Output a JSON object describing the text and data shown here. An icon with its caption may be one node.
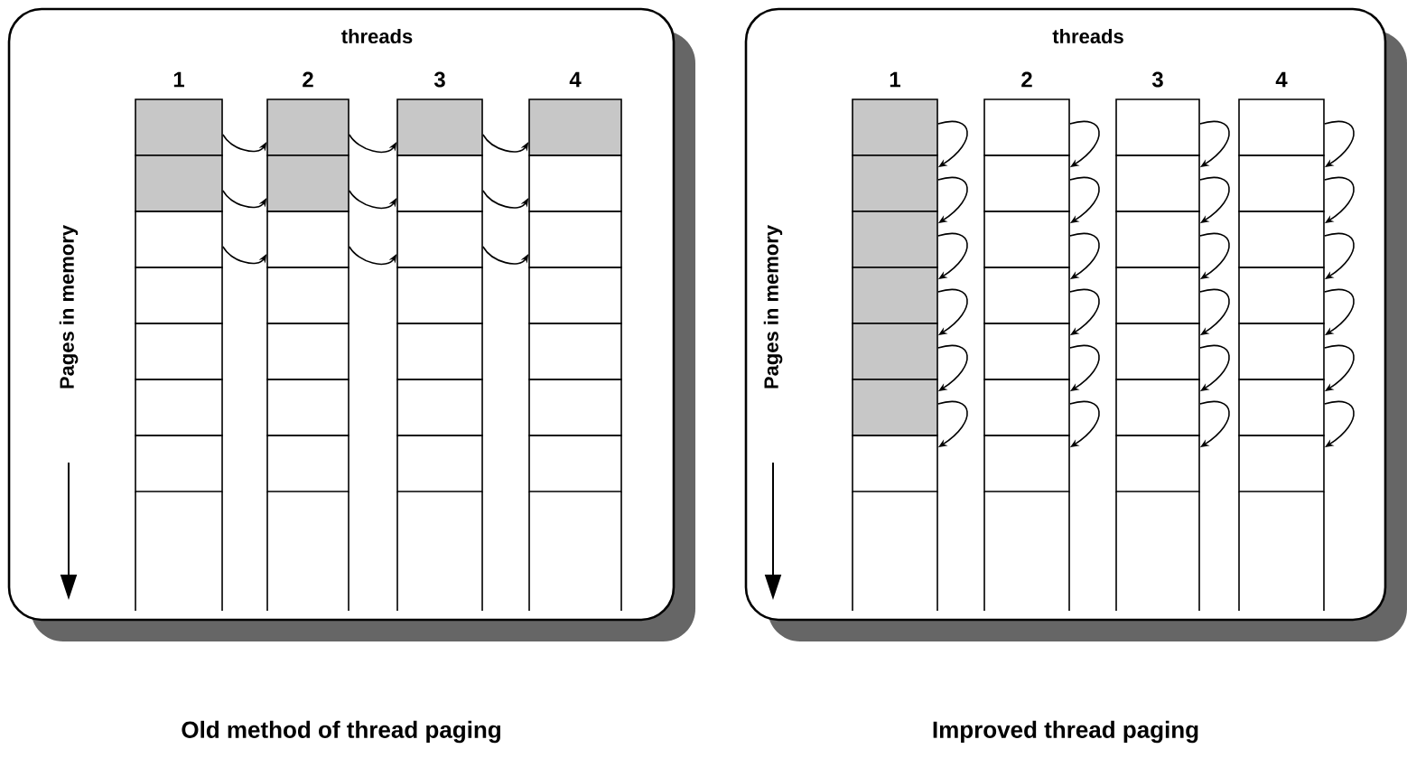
{
  "diagram": {
    "nodes": [
      {
        "text": [
          "threads",
          "1",
          "2",
          "3",
          "4",
          "Pages in memory"
        ]
      },
      {
        "text": [],
        "shape": "box",
        "in": 0
      },
      {
        "text": [],
        "shape": "box",
        "in": 0
      },
      {
        "text": [],
        "shape": "box",
        "in": 0
      },
      {
        "text": [],
        "shape": "box",
        "in": 0
      },
      {
        "text": [],
        "shape": "box",
        "in": 0
      },
      {
        "text": [],
        "shape": "box",
        "in": 0
      },
      {
        "text": [],
        "shape": "box",
        "in": 0
      },
      {
        "text": [],
        "shape": "box",
        "in": 0
      },
      {
        "text": [],
        "shape": "box",
        "in": 0
      },
      {
        "text": [],
        "shape": "box",
        "in": 0
      },
      {
        "text": [],
        "shape": "box",
        "in": 0
      },
      {
        "text": [],
        "shape": "box",
        "in": 0
      },
      {
        "text": [],
        "shape": "box",
        "in": 0
      },
      {
        "text": [],
        "shape": "box",
        "in": 0
      },
      {
        "text": [],
        "shape": "box",
        "in": 0
      },
      {
        "text": [],
        "shape": "box",
        "in": 0
      },
      {
        "text": [],
        "shape": "box",
        "in": 0
      },
      {
        "text": [],
        "shape": "box",
        "in": 0
      },
      {
        "text": [],
        "shape": "box",
        "in": 0
      },
      {
        "text": [],
        "shape": "box",
        "in": 0
      },
      {
        "text": [],
        "shape": "box",
        "in": 0
      },
      {
        "text": [],
        "shape": "box",
        "in": 0
      },
      {
        "text": [],
        "shape": "box",
        "in": 0
      },
      {
        "text": [],
        "shape": "box",
        "in": 0
      },
      {
        "text": [],
        "shape": "box",
        "in": 0
      },
      {
        "text": [],
        "shape": "box",
        "in": 0
      },
      {
        "text": [],
        "shape": "box",
        "in": 0
      },
      {
        "text": [],
        "shape": "box",
        "in": 0
      },
      {
        "text": [
          "threads",
          "1",
          "2",
          "3",
          "4",
          "Pages in memory"
        ]
      },
      {
        "text": [],
        "shape": "box",
        "in": 29
      },
      {
        "text": [],
        "shape": "box",
        "in": 29
      },
      {
        "text": [],
        "shape": "box",
        "in": 29
      },
      {
        "text": [],
        "shape": "box",
        "in": 29
      },
      {
        "text": [],
        "shape": "box",
        "in": 29
      },
      {
        "text": [],
        "shape": "box",
        "in": 29
      },
      {
        "text": [],
        "shape": "box",
        "in": 29
      },
      {
        "text": [],
        "shape": "box",
        "in": 29
      },
      {
        "text": [],
        "shape": "box",
        "in": 29
      },
      {
        "text": [],
        "shape": "box",
        "in": 29
      },
      {
        "text": [],
        "shape": "box",
        "in": 29
      },
      {
        "text": [],
        "shape": "box",
        "in": 29
      },
      {
        "text": [],
        "shape": "box",
        "in": 29
      },
      {
        "text": [],
        "shape": "box",
        "in": 29
      },
      {
        "text": [],
        "shape": "box",
        "in": 29
      },
      {
        "text": [],
        "shape": "box",
        "in": 29
      },
      {
        "text": [],
        "shape": "box",
        "in": 29
      },
      {
        "text": [],
        "shape": "box",
        "in": 29
      },
      {
        "text": [],
        "shape": "box",
        "in": 29
      },
      {
        "text": [],
        "shape": "box",
        "in": 29
      },
      {
        "text": [],
        "shape": "box",
        "in": 29
      },
      {
        "text": [],
        "shape": "box",
        "in": 29
      },
      {
        "text": [],
        "shape": "box",
        "in": 29
      },
      {
        "text": [],
        "shape": "box",
        "in": 29
      },
      {
        "text": [],
        "shape": "box",
        "in": 29
      },
      {
        "text": [],
        "shape": "box",
        "in": 29
      },
      {
        "text": [],
        "shape": "box",
        "in": 29
      },
      {
        "text": [],
        "shape": "box",
        "in": 29
      }
    ],
    "edges": [
      {
        "from": 1,
        "to": 8,
        "arrow": "to"
      },
      {
        "from": 2,
        "to": 9,
        "arrow": "to"
      },
      {
        "from": 3,
        "to": 10,
        "arrow": "to"
      },
      {
        "from": 8,
        "to": 15,
        "arrow": "to"
      },
      {
        "from": 9,
        "to": 16,
        "arrow": "to"
      },
      {
        "from": 10,
        "to": 17,
        "arrow": "to"
      },
      {
        "from": 15,
        "to": 22,
        "arrow": "to"
      },
      {
        "from": 16,
        "to": 23,
        "arrow": "to"
      },
      {
        "from": 17,
        "to": 24,
        "arrow": "to"
      },
      {
        "from": 30,
        "to": 31,
        "arrow": "to"
      },
      {
        "from": 31,
        "to": 32,
        "arrow": "to"
      },
      {
        "from": 32,
        "to": 33,
        "arrow": "to"
      },
      {
        "from": 33,
        "to": 34,
        "arrow": "to"
      },
      {
        "from": 34,
        "to": 35,
        "arrow": "to"
      },
      {
        "from": 35,
        "to": 36,
        "arrow": "to"
      },
      {
        "from": 37,
        "to": 38,
        "arrow": "to"
      },
      {
        "from": 38,
        "to": 39,
        "arrow": "to"
      },
      {
        "from": 39,
        "to": 40,
        "arrow": "to"
      },
      {
        "from": 40,
        "to": 41,
        "arrow": "to"
      },
      {
        "from": 41,
        "to": 42,
        "arrow": "to"
      },
      {
        "from": 42,
        "to": 43,
        "arrow": "to"
      },
      {
        "from": 44,
        "to": 45,
        "arrow": "to"
      },
      {
        "from": 45,
        "to": 46,
        "arrow": "to"
      },
      {
        "from": 46,
        "to": 47,
        "arrow": "to"
      },
      {
        "from": 47,
        "to": 48,
        "arrow": "to"
      },
      {
        "from": 48,
        "to": 49,
        "arrow": "to"
      },
      {
        "from": 49,
        "to": 50,
        "arrow": "to"
      },
      {
        "from": 51,
        "to": 52,
        "arrow": "to"
      },
      {
        "from": 52,
        "to": 53,
        "arrow": "to"
      },
      {
        "from": 53,
        "to": 54,
        "arrow": "to"
      },
      {
        "from": 54,
        "to": 55,
        "arrow": "to"
      },
      {
        "from": 55,
        "to": 56,
        "arrow": "to"
      },
      {
        "from": 56,
        "to": 57,
        "arrow": "to"
      }
    ],
    "labels": [
      "Old method of thread paging",
      "Improved thread paging"
    ]
  }
}
